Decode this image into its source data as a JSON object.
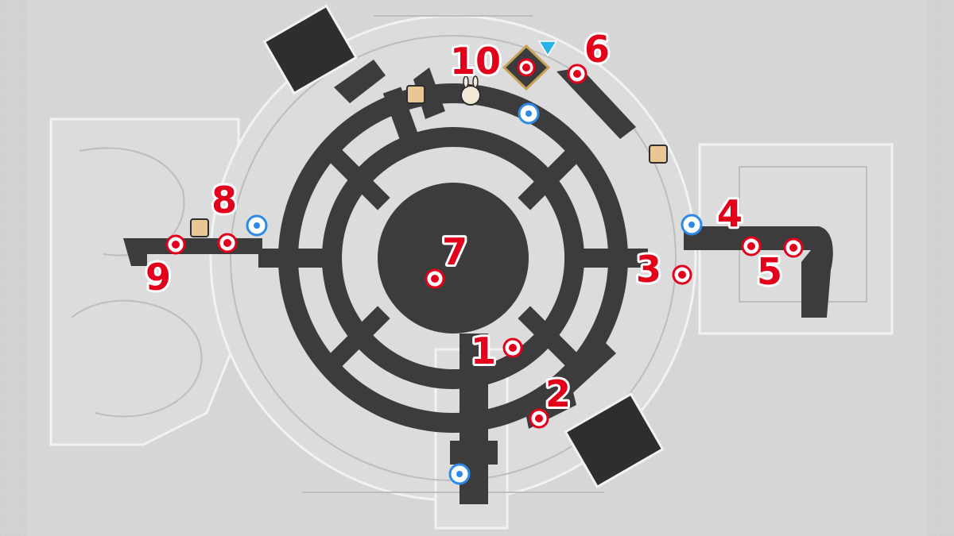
{
  "map": {
    "palette": {
      "background": "#d2d2d2",
      "area_floor": "#dcdcdc",
      "area_outline": "#f2f2f2",
      "detail_lines": "#bdbdbd",
      "walkway": "#3c3c3c",
      "walkway_dark": "#2e2e2e",
      "marker_red": "#e2001a",
      "label_red": "#e2001a",
      "teleport_blue": "#2d8ae6",
      "puzzle_tan": "#e8c795",
      "objective_gold": "#c9a25a",
      "player_cyan": "#2ab3e6"
    },
    "numbered_labels": [
      "1",
      "2",
      "3",
      "4",
      "5",
      "6",
      "7",
      "8",
      "9",
      "10"
    ],
    "markers": [
      {
        "id": "1",
        "icon": "treasure-chest-marker"
      },
      {
        "id": "2",
        "icon": "treasure-chest-marker"
      },
      {
        "id": "3",
        "icon": "treasure-chest-marker"
      },
      {
        "id": "4",
        "icon": "treasure-chest-marker"
      },
      {
        "id": "5",
        "icon": "treasure-chest-marker"
      },
      {
        "id": "6",
        "icon": "treasure-chest-marker"
      },
      {
        "id": "7",
        "icon": "treasure-chest-marker"
      },
      {
        "id": "8",
        "icon": "treasure-chest-marker"
      },
      {
        "id": "9",
        "icon": "treasure-chest-marker"
      },
      {
        "id": "10",
        "icon": "treasure-chest-marker"
      }
    ],
    "map_icons": [
      "space-anchor-teleport-icon",
      "puzzle-piece-icon",
      "npc-bunny-icon",
      "mission-objective-diamond-icon",
      "player-direction-arrow-icon"
    ]
  }
}
